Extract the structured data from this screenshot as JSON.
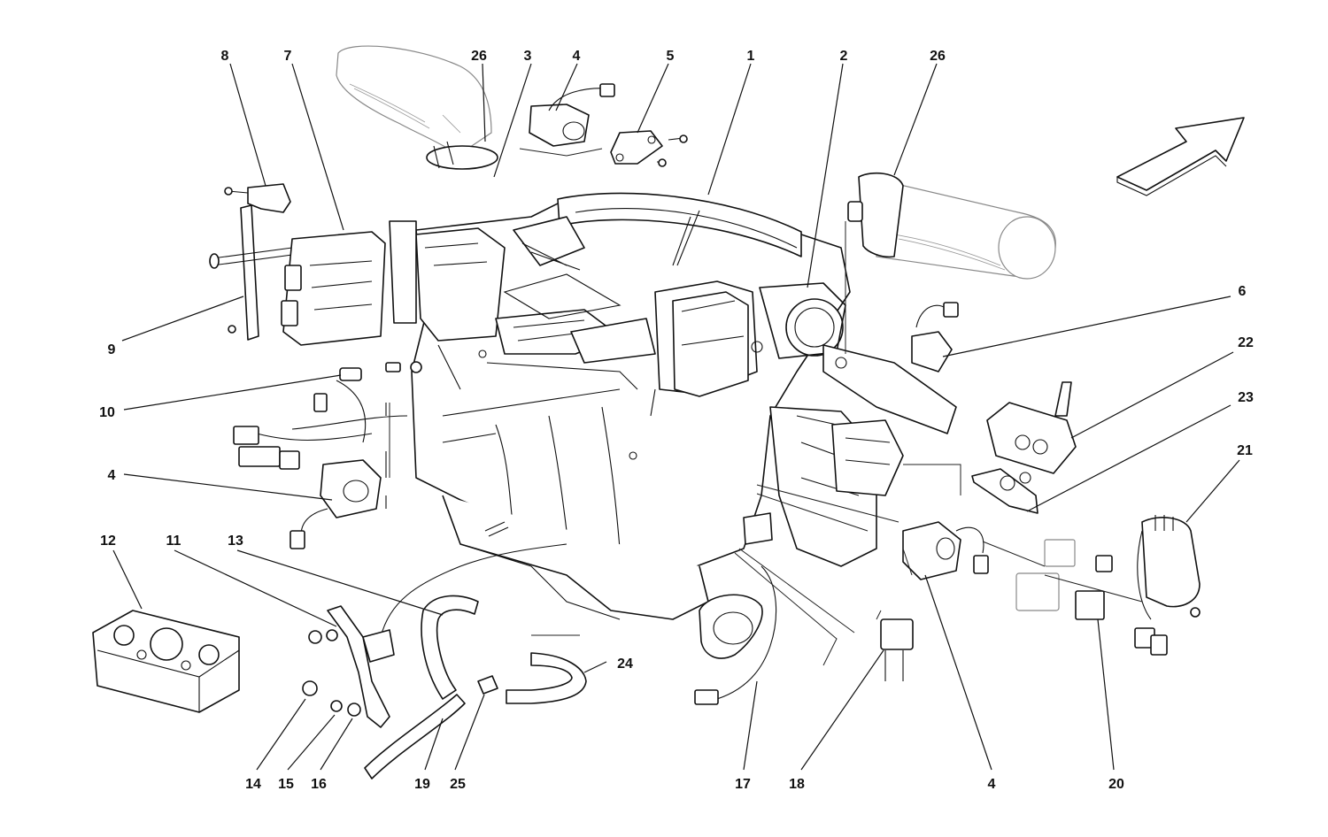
{
  "diagram": {
    "callouts": {
      "c8": "8",
      "c7": "7",
      "c26a": "26",
      "c3": "3",
      "c4a": "4",
      "c5": "5",
      "c1": "1",
      "c2": "2",
      "c26b": "26",
      "c6": "6",
      "c22": "22",
      "c23": "23",
      "c21": "21",
      "c9": "9",
      "c10": "10",
      "c4b": "4",
      "c12": "12",
      "c11": "11",
      "c13": "13",
      "c24": "24",
      "c14": "14",
      "c15": "15",
      "c16": "16",
      "c19": "19",
      "c25": "25",
      "c17": "17",
      "c18": "18",
      "c4c": "4",
      "c20": "20"
    },
    "icons": {
      "direction": "arrow-icon"
    },
    "colors": {
      "line": "#111111",
      "background": "#ffffff"
    }
  }
}
